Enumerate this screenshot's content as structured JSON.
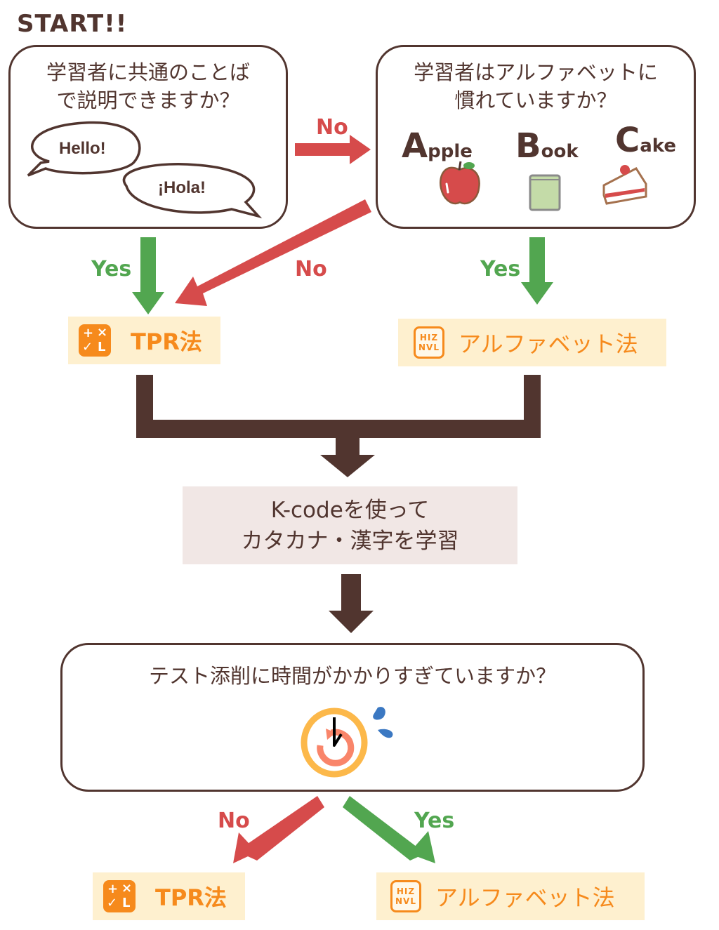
{
  "start_label": "START!!",
  "q1": {
    "line1": "学習者に共通のことば",
    "line2": "で説明できますか？",
    "bubbles": [
      "Hello!",
      "¡Hola!"
    ]
  },
  "q2": {
    "line1": "学習者はアルファベットに",
    "line2": "慣れていますか？",
    "words": [
      {
        "initial": "A",
        "rest": "pple",
        "icon": "apple-icon"
      },
      {
        "initial": "B",
        "rest": "ook",
        "icon": "book-icon"
      },
      {
        "initial": "C",
        "rest": "ake",
        "icon": "cake-icon"
      }
    ]
  },
  "labels": {
    "no": "No",
    "yes": "Yes"
  },
  "methods": {
    "tpr": "TPR法",
    "alphabet": "アルファベット法",
    "tpr_icon_glyphs": [
      "+",
      "×",
      "✓",
      "L"
    ],
    "alphabet_icon_glyphs": [
      "HIZ",
      "NVL"
    ]
  },
  "kcode": {
    "line1": "K-codeを使って",
    "line2": "カタカナ・漢字を学習"
  },
  "q3": {
    "text": "テスト添削に時間がかかりすぎていますか？",
    "icon": "clock-sweat-icon"
  },
  "colors": {
    "brown": "#51352f",
    "green": "#52a650",
    "red": "#d64b4b",
    "orange": "#f68a1c",
    "method_bg": "#fef0cf",
    "kcode_bg": "#f1e7e5"
  }
}
